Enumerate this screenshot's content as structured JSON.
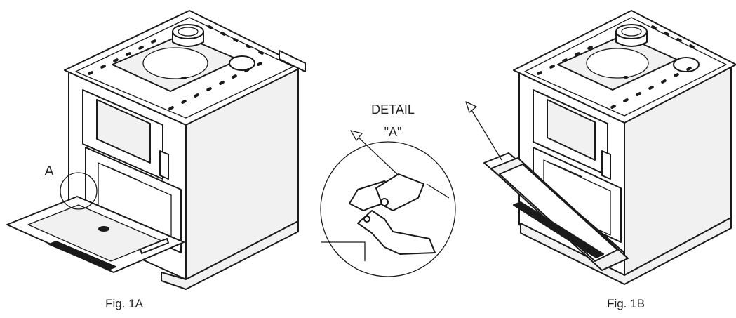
{
  "labels": {
    "detail_title": "DETAIL",
    "detail_ref": "\"A\"",
    "callout": "A",
    "fig_a": "Fig. 1A",
    "fig_b": "Fig. 1B"
  },
  "colors": {
    "line": "#1a1a1a",
    "background": "#ffffff"
  }
}
